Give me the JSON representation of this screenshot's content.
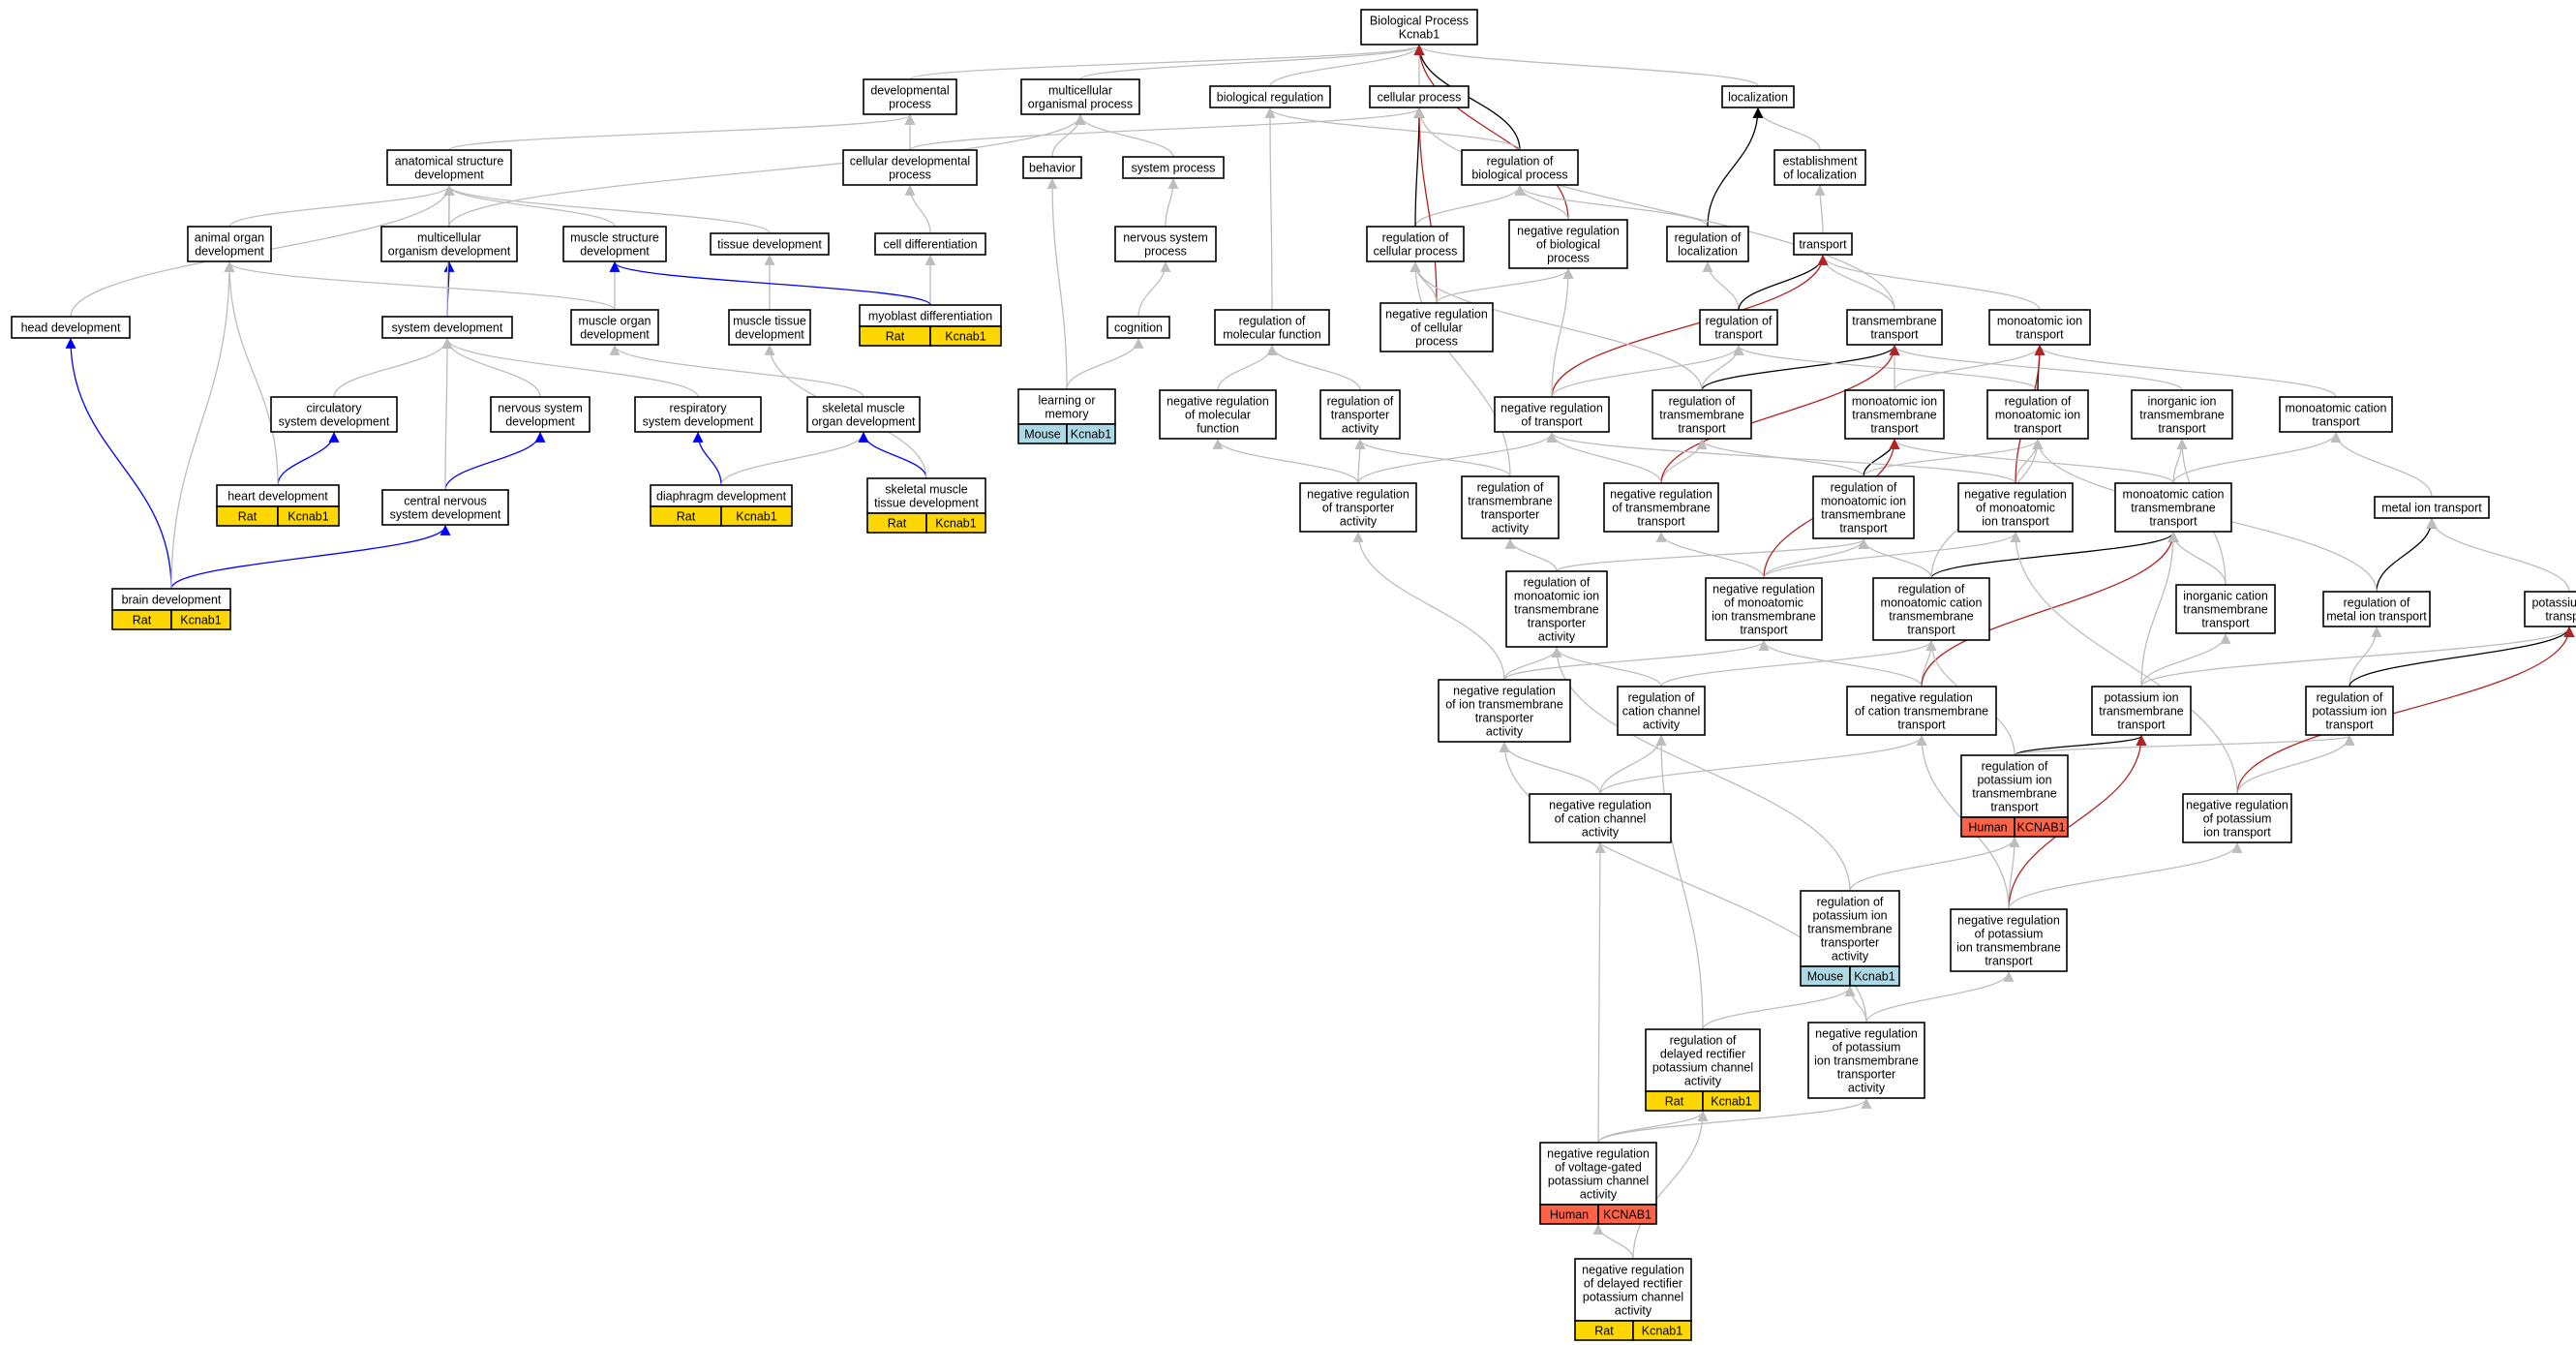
{
  "title": [
    "Biological Process",
    "Kcnab1"
  ],
  "colors": {
    "is_a": "#bdbdbd",
    "part_of": "#0000ff",
    "regulates": "#000000",
    "negatively_regulates": "#b22222",
    "rat": "#ffd700",
    "mouse": "#add8e6",
    "human": "#ff6347"
  },
  "nodes": {
    "bp": [
      "Biological Process",
      "Kcnab1"
    ],
    "devproc": [
      "developmental",
      "process"
    ],
    "multiorg": [
      "multicellular",
      "organismal process"
    ],
    "bioreg": [
      "biological regulation"
    ],
    "cellproc": [
      "cellular process"
    ],
    "local": [
      "localization"
    ],
    "anatdev": [
      "anatomical structure",
      "development"
    ],
    "celldevproc": [
      "cellular developmental",
      "process"
    ],
    "behavior": [
      "behavior"
    ],
    "sysproc": [
      "system process"
    ],
    "regbio": [
      "regulation of",
      "biological process"
    ],
    "estloc": [
      "establishment",
      "of localization"
    ],
    "animorg": [
      "animal organ",
      "development"
    ],
    "multidev": [
      "multicellular",
      "organism development"
    ],
    "musstruct": [
      "muscle structure",
      "development"
    ],
    "tissdev": [
      "tissue development"
    ],
    "celldiff": [
      "cell differentiation"
    ],
    "nervproc": [
      "nervous system",
      "process"
    ],
    "regcell": [
      "regulation of",
      "cellular process"
    ],
    "negbio": [
      "negative regulation",
      "of biological",
      "process"
    ],
    "regloc": [
      "regulation of",
      "localization"
    ],
    "transport": [
      "transport"
    ],
    "headdev": [
      "head development"
    ],
    "sysdev": [
      "system development"
    ],
    "musorg": [
      "muscle organ",
      "development"
    ],
    "mustiss": [
      "muscle tissue",
      "development"
    ],
    "myoblast": [
      "myoblast differentiation"
    ],
    "cognition": [
      "cognition"
    ],
    "regmol": [
      "regulation of",
      "molecular function"
    ],
    "negcell": [
      "negative regulation",
      "of cellular",
      "process"
    ],
    "regtrans": [
      "regulation of",
      "transport"
    ],
    "tmtrans": [
      "transmembrane",
      "transport"
    ],
    "monotrans": [
      "monoatomic ion",
      "transport"
    ],
    "circdev": [
      "circulatory",
      "system development"
    ],
    "nervdev": [
      "nervous system",
      "development"
    ],
    "respdev": [
      "respiratory",
      "system development"
    ],
    "skelorg": [
      "skeletal muscle",
      "organ development"
    ],
    "learn": [
      "learning or",
      "memory"
    ],
    "negmol": [
      "negative regulation",
      "of molecular",
      "function"
    ],
    "regtact": [
      "regulation of",
      "transporter",
      "activity"
    ],
    "negtrans": [
      "negative regulation",
      "of transport"
    ],
    "regtmt": [
      "regulation of",
      "transmembrane",
      "transport"
    ],
    "monotmt": [
      "monoatomic ion",
      "transmembrane",
      "transport"
    ],
    "regmono": [
      "regulation of",
      "monoatomic ion",
      "transport"
    ],
    "inorgtmt": [
      "inorganic ion",
      "transmembrane",
      "transport"
    ],
    "monocat": [
      "monoatomic cation",
      "transport"
    ],
    "heartdev": [
      "heart development"
    ],
    "cnsdev": [
      "central nervous",
      "system development"
    ],
    "diadev": [
      "diaphragm development"
    ],
    "skeltiss": [
      "skeletal muscle",
      "tissue development"
    ],
    "negtact": [
      "negative regulation",
      "of transporter",
      "activity"
    ],
    "regtmtact": [
      "regulation of",
      "transmembrane",
      "transporter",
      "activity"
    ],
    "negtmt": [
      "negative regulation",
      "of transmembrane",
      "transport"
    ],
    "regmonotmt": [
      "regulation of",
      "monoatomic ion",
      "transmembrane",
      "transport"
    ],
    "negmono": [
      "negative regulation",
      "of monoatomic",
      "ion transport"
    ],
    "monocattmt": [
      "monoatomic cation",
      "transmembrane",
      "transport"
    ],
    "metaltrans": [
      "metal ion transport"
    ],
    "brain": [
      "brain development"
    ],
    "regmonotmtact": [
      "regulation of",
      "monoatomic ion",
      "transmembrane",
      "transporter",
      "activity"
    ],
    "negmonotmt": [
      "negative regulation",
      "of monoatomic",
      "ion transmembrane",
      "transport"
    ],
    "regmonocat": [
      "regulation of",
      "monoatomic cation",
      "transmembrane",
      "transport"
    ],
    "inorgcat": [
      "inorganic cation",
      "transmembrane",
      "transport"
    ],
    "regmetal": [
      "regulation of",
      "metal ion transport"
    ],
    "ktrans": [
      "potassium ion",
      "transport"
    ],
    "negiontmtact": [
      "negative regulation",
      "of ion transmembrane",
      "transporter",
      "activity"
    ],
    "regcatchan": [
      "regulation of",
      "cation channel",
      "activity"
    ],
    "negcattmt": [
      "negative regulation",
      "of cation transmembrane",
      "transport"
    ],
    "ktmt": [
      "potassium ion",
      "transmembrane",
      "transport"
    ],
    "regk": [
      "regulation of",
      "potassium ion",
      "transport"
    ],
    "negcatchan": [
      "negative regulation",
      "of cation channel",
      "activity"
    ],
    "regktmt": [
      "regulation of",
      "potassium ion",
      "transmembrane",
      "transport"
    ],
    "negk": [
      "negative regulation",
      "of potassium",
      "ion transport"
    ],
    "regktmtact": [
      "regulation of",
      "potassium ion",
      "transmembrane",
      "transporter",
      "activity"
    ],
    "negktmt": [
      "negative regulation",
      "of potassium",
      "ion transmembrane",
      "transport"
    ],
    "regdelay": [
      "regulation of",
      "delayed rectifier",
      "potassium channel",
      "activity"
    ],
    "negktmtact": [
      "negative regulation",
      "of potassium",
      "ion transmembrane",
      "transporter",
      "activity"
    ],
    "negvolt": [
      "negative regulation",
      "of voltage-gated",
      "potassium channel",
      "activity"
    ],
    "negdelay": [
      "negative regulation",
      "of delayed rectifier",
      "potassium channel",
      "activity"
    ]
  },
  "annotations": {
    "myoblast": [
      "Rat",
      "Kcnab1"
    ],
    "learn": [
      "Mouse",
      "Kcnab1"
    ],
    "heartdev": [
      "Rat",
      "Kcnab1"
    ],
    "diadev": [
      "Rat",
      "Kcnab1"
    ],
    "skeltiss": [
      "Rat",
      "Kcnab1"
    ],
    "brain": [
      "Rat",
      "Kcnab1"
    ],
    "regktmt": [
      "Human",
      "KCNAB1"
    ],
    "regktmtact": [
      "Mouse",
      "Kcnab1"
    ],
    "regdelay": [
      "Rat",
      "Kcnab1"
    ],
    "negvolt": [
      "Human",
      "KCNAB1"
    ],
    "negdelay": [
      "Rat",
      "Kcnab1"
    ]
  },
  "edges": [
    [
      "devproc",
      "bp",
      "i"
    ],
    [
      "multiorg",
      "bp",
      "i"
    ],
    [
      "bioreg",
      "bp",
      "i"
    ],
    [
      "cellproc",
      "bp",
      "i"
    ],
    [
      "local",
      "bp",
      "i"
    ],
    [
      "regbio",
      "bp",
      "r"
    ],
    [
      "negbio",
      "bp",
      "n"
    ],
    [
      "anatdev",
      "devproc",
      "i"
    ],
    [
      "multidev",
      "multiorg",
      "i"
    ],
    [
      "celldevproc",
      "cellproc",
      "i"
    ],
    [
      "celldevproc",
      "devproc",
      "i"
    ],
    [
      "behavior",
      "multiorg",
      "i"
    ],
    [
      "sysproc",
      "multiorg",
      "i"
    ],
    [
      "regbio",
      "bioreg",
      "i"
    ],
    [
      "estloc",
      "local",
      "i"
    ],
    [
      "animorg",
      "anatdev",
      "i"
    ],
    [
      "multidev",
      "anatdev",
      "i"
    ],
    [
      "musstruct",
      "anatdev",
      "i"
    ],
    [
      "tissdev",
      "anatdev",
      "i"
    ],
    [
      "celldiff",
      "celldevproc",
      "i"
    ],
    [
      "nervproc",
      "sysproc",
      "i"
    ],
    [
      "regcell",
      "regbio",
      "i"
    ],
    [
      "regcell",
      "cellproc",
      "r"
    ],
    [
      "negbio",
      "regbio",
      "i"
    ],
    [
      "negcell",
      "cellproc",
      "n"
    ],
    [
      "regloc",
      "regbio",
      "i"
    ],
    [
      "regloc",
      "local",
      "r"
    ],
    [
      "transport",
      "estloc",
      "i"
    ],
    [
      "headdev",
      "anatdev",
      "i"
    ],
    [
      "sysdev",
      "multidev",
      "p"
    ],
    [
      "sysdev",
      "anatdev",
      "i"
    ],
    [
      "musorg",
      "musstruct",
      "i"
    ],
    [
      "musorg",
      "animorg",
      "i"
    ],
    [
      "mustiss",
      "tissdev",
      "i"
    ],
    [
      "myoblast",
      "celldiff",
      "i"
    ],
    [
      "myoblast",
      "musstruct",
      "p"
    ],
    [
      "cognition",
      "nervproc",
      "i"
    ],
    [
      "regmol",
      "bioreg",
      "i"
    ],
    [
      "negcell",
      "regcell",
      "i"
    ],
    [
      "negcell",
      "negbio",
      "i"
    ],
    [
      "regtrans",
      "regloc",
      "i"
    ],
    [
      "regtrans",
      "transport",
      "r"
    ],
    [
      "tmtrans",
      "transport",
      "i"
    ],
    [
      "tmtrans",
      "cellproc",
      "i"
    ],
    [
      "monotrans",
      "transport",
      "i"
    ],
    [
      "circdev",
      "sysdev",
      "i"
    ],
    [
      "nervdev",
      "sysdev",
      "i"
    ],
    [
      "respdev",
      "sysdev",
      "i"
    ],
    [
      "skelorg",
      "musorg",
      "i"
    ],
    [
      "learn",
      "behavior",
      "i"
    ],
    [
      "learn",
      "cognition",
      "i"
    ],
    [
      "negmol",
      "regmol",
      "i"
    ],
    [
      "regtact",
      "regmol",
      "i"
    ],
    [
      "negtrans",
      "regtrans",
      "i"
    ],
    [
      "negtrans",
      "transport",
      "n"
    ],
    [
      "negtrans",
      "negbio",
      "i"
    ],
    [
      "regtmt",
      "regtrans",
      "i"
    ],
    [
      "regtmt",
      "tmtrans",
      "r"
    ],
    [
      "regtmt",
      "regcell",
      "i"
    ],
    [
      "monotmt",
      "monotrans",
      "i"
    ],
    [
      "monotmt",
      "tmtrans",
      "i"
    ],
    [
      "regmono",
      "regtrans",
      "i"
    ],
    [
      "regmono",
      "monotrans",
      "r"
    ],
    [
      "inorgtmt",
      "tmtrans",
      "i"
    ],
    [
      "monocat",
      "monotrans",
      "i"
    ],
    [
      "heartdev",
      "circdev",
      "p"
    ],
    [
      "heartdev",
      "animorg",
      "i"
    ],
    [
      "cnsdev",
      "nervdev",
      "p"
    ],
    [
      "cnsdev",
      "sysdev",
      "i"
    ],
    [
      "diadev",
      "respdev",
      "p"
    ],
    [
      "diadev",
      "skelorg",
      "i"
    ],
    [
      "skeltiss",
      "skelorg",
      "p"
    ],
    [
      "skeltiss",
      "mustiss",
      "i"
    ],
    [
      "negtact",
      "regtact",
      "i"
    ],
    [
      "negtact",
      "negmol",
      "i"
    ],
    [
      "negtact",
      "negtrans",
      "i"
    ],
    [
      "regtmtact",
      "regtact",
      "i"
    ],
    [
      "regtmtact",
      "regcell",
      "i"
    ],
    [
      "negtmt",
      "regtmt",
      "i"
    ],
    [
      "negtmt",
      "tmtrans",
      "n"
    ],
    [
      "negtmt",
      "negtrans",
      "i"
    ],
    [
      "regmonotmt",
      "regmono",
      "i"
    ],
    [
      "regmonotmt",
      "monotmt",
      "r"
    ],
    [
      "regmonotmt",
      "regtmt",
      "i"
    ],
    [
      "negmono",
      "regmono",
      "i"
    ],
    [
      "negmono",
      "monotrans",
      "n"
    ],
    [
      "negmono",
      "negtrans",
      "i"
    ],
    [
      "monocattmt",
      "monotmt",
      "i"
    ],
    [
      "monocattmt",
      "monocat",
      "i"
    ],
    [
      "monocattmt",
      "inorgtmt",
      "i"
    ],
    [
      "metaltrans",
      "monocat",
      "i"
    ],
    [
      "brain",
      "headdev",
      "p"
    ],
    [
      "brain",
      "cnsdev",
      "p"
    ],
    [
      "brain",
      "animorg",
      "i"
    ],
    [
      "regmonotmtact",
      "regtmtact",
      "i"
    ],
    [
      "regmonotmtact",
      "regmonotmt",
      "i"
    ],
    [
      "negmonotmt",
      "regmonotmt",
      "i"
    ],
    [
      "negmonotmt",
      "monotmt",
      "n"
    ],
    [
      "negmonotmt",
      "negtmt",
      "i"
    ],
    [
      "negmonotmt",
      "negmono",
      "i"
    ],
    [
      "regmonocat",
      "regmonotmt",
      "i"
    ],
    [
      "regmonocat",
      "monocattmt",
      "r"
    ],
    [
      "regmonocat",
      "regmono",
      "i"
    ],
    [
      "inorgcat",
      "monocattmt",
      "i"
    ],
    [
      "inorgcat",
      "inorgtmt",
      "i"
    ],
    [
      "regmetal",
      "metaltrans",
      "r"
    ],
    [
      "regmetal",
      "regmono",
      "i"
    ],
    [
      "ktrans",
      "metaltrans",
      "i"
    ],
    [
      "negiontmtact",
      "regmonotmtact",
      "i"
    ],
    [
      "negiontmtact",
      "negtact",
      "i"
    ],
    [
      "negiontmtact",
      "negmonotmt",
      "i"
    ],
    [
      "regcatchan",
      "regmonotmtact",
      "i"
    ],
    [
      "regcatchan",
      "regmonocat",
      "i"
    ],
    [
      "negcattmt",
      "regmonocat",
      "i"
    ],
    [
      "negcattmt",
      "monocattmt",
      "n"
    ],
    [
      "negcattmt",
      "negmonotmt",
      "i"
    ],
    [
      "ktmt",
      "monocattmt",
      "i"
    ],
    [
      "ktmt",
      "ktrans",
      "i"
    ],
    [
      "ktmt",
      "inorgcat",
      "i"
    ],
    [
      "regk",
      "regmetal",
      "i"
    ],
    [
      "regk",
      "ktrans",
      "r"
    ],
    [
      "negcatchan",
      "regcatchan",
      "i"
    ],
    [
      "negcatchan",
      "negiontmtact",
      "i"
    ],
    [
      "negcatchan",
      "negcattmt",
      "i"
    ],
    [
      "regktmt",
      "ktmt",
      "r"
    ],
    [
      "regktmt",
      "regmonocat",
      "i"
    ],
    [
      "regktmt",
      "regk",
      "i"
    ],
    [
      "negk",
      "regk",
      "i"
    ],
    [
      "negk",
      "ktrans",
      "n"
    ],
    [
      "negk",
      "negmono",
      "i"
    ],
    [
      "regktmtact",
      "regmonotmtact",
      "i"
    ],
    [
      "regktmtact",
      "regktmt",
      "i"
    ],
    [
      "negktmt",
      "regktmt",
      "i"
    ],
    [
      "negktmt",
      "ktmt",
      "n"
    ],
    [
      "negktmt",
      "negk",
      "i"
    ],
    [
      "negktmt",
      "negcattmt",
      "i"
    ],
    [
      "regdelay",
      "regktmtact",
      "i"
    ],
    [
      "regdelay",
      "regcatchan",
      "i"
    ],
    [
      "negktmtact",
      "regktmtact",
      "i"
    ],
    [
      "negktmtact",
      "negktmt",
      "i"
    ],
    [
      "negktmtact",
      "negiontmtact",
      "i"
    ],
    [
      "negvolt",
      "negktmtact",
      "i"
    ],
    [
      "negvolt",
      "negcatchan",
      "i"
    ],
    [
      "negvolt",
      "regdelay",
      "i"
    ],
    [
      "negdelay",
      "negvolt",
      "i"
    ],
    [
      "negdelay",
      "regdelay",
      "i"
    ]
  ]
}
